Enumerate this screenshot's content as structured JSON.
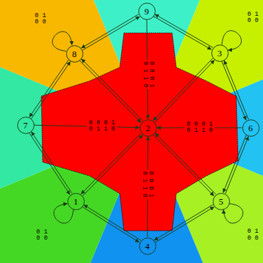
{
  "diagram": {
    "nodes": [
      {
        "text": [
          "9"
        ]
      },
      {
        "text": [
          "8"
        ]
      },
      {
        "text": [
          "3"
        ]
      },
      {
        "text": [
          "7"
        ]
      },
      {
        "text": [
          "2"
        ]
      },
      {
        "text": [
          "6"
        ]
      },
      {
        "text": [
          "1"
        ]
      },
      {
        "text": [
          "5"
        ]
      },
      {
        "text": [
          "4"
        ]
      }
    ],
    "edges": [
      {
        "from": 0,
        "to": 2,
        "arrow": "both"
      },
      {
        "from": 2,
        "to": 5,
        "arrow": "both"
      },
      {
        "from": 5,
        "to": 7,
        "arrow": "both"
      },
      {
        "from": 7,
        "to": 8,
        "arrow": "both"
      },
      {
        "from": 8,
        "to": 6,
        "arrow": "both"
      },
      {
        "from": 6,
        "to": 3,
        "arrow": "both"
      },
      {
        "from": 3,
        "to": 1,
        "arrow": "both"
      },
      {
        "from": 1,
        "to": 0,
        "arrow": "both"
      },
      {
        "from": 4,
        "to": 1,
        "arrow": "both"
      },
      {
        "from": 4,
        "to": 2,
        "arrow": "both"
      },
      {
        "from": 4,
        "to": 6,
        "arrow": "both"
      },
      {
        "from": 4,
        "to": 7,
        "arrow": "both"
      },
      {
        "from": 0,
        "to": 4,
        "label": "0 0 0 1 0 1 1 0",
        "arrow": "to"
      },
      {
        "from": 3,
        "to": 4,
        "label": "0 0 0 1 0 1 1 0",
        "arrow": "to"
      },
      {
        "from": 5,
        "to": 4,
        "label": "0 0 0 1 0 1 1 0",
        "arrow": "to"
      },
      {
        "from": 8,
        "to": 4,
        "label": "0 0 0 1 0 1 1 0",
        "arrow": "to"
      },
      {
        "from": 1,
        "to": 1,
        "label": "0 1 0 0",
        "arrow": "to"
      },
      {
        "from": 2,
        "to": 2,
        "label": "0 1 0 0",
        "arrow": "to"
      },
      {
        "from": 6,
        "to": 6,
        "label": "0 1 0 0",
        "arrow": "to"
      },
      {
        "from": 7,
        "to": 7,
        "label": "0 1 0 0",
        "arrow": "to"
      }
    ]
  }
}
